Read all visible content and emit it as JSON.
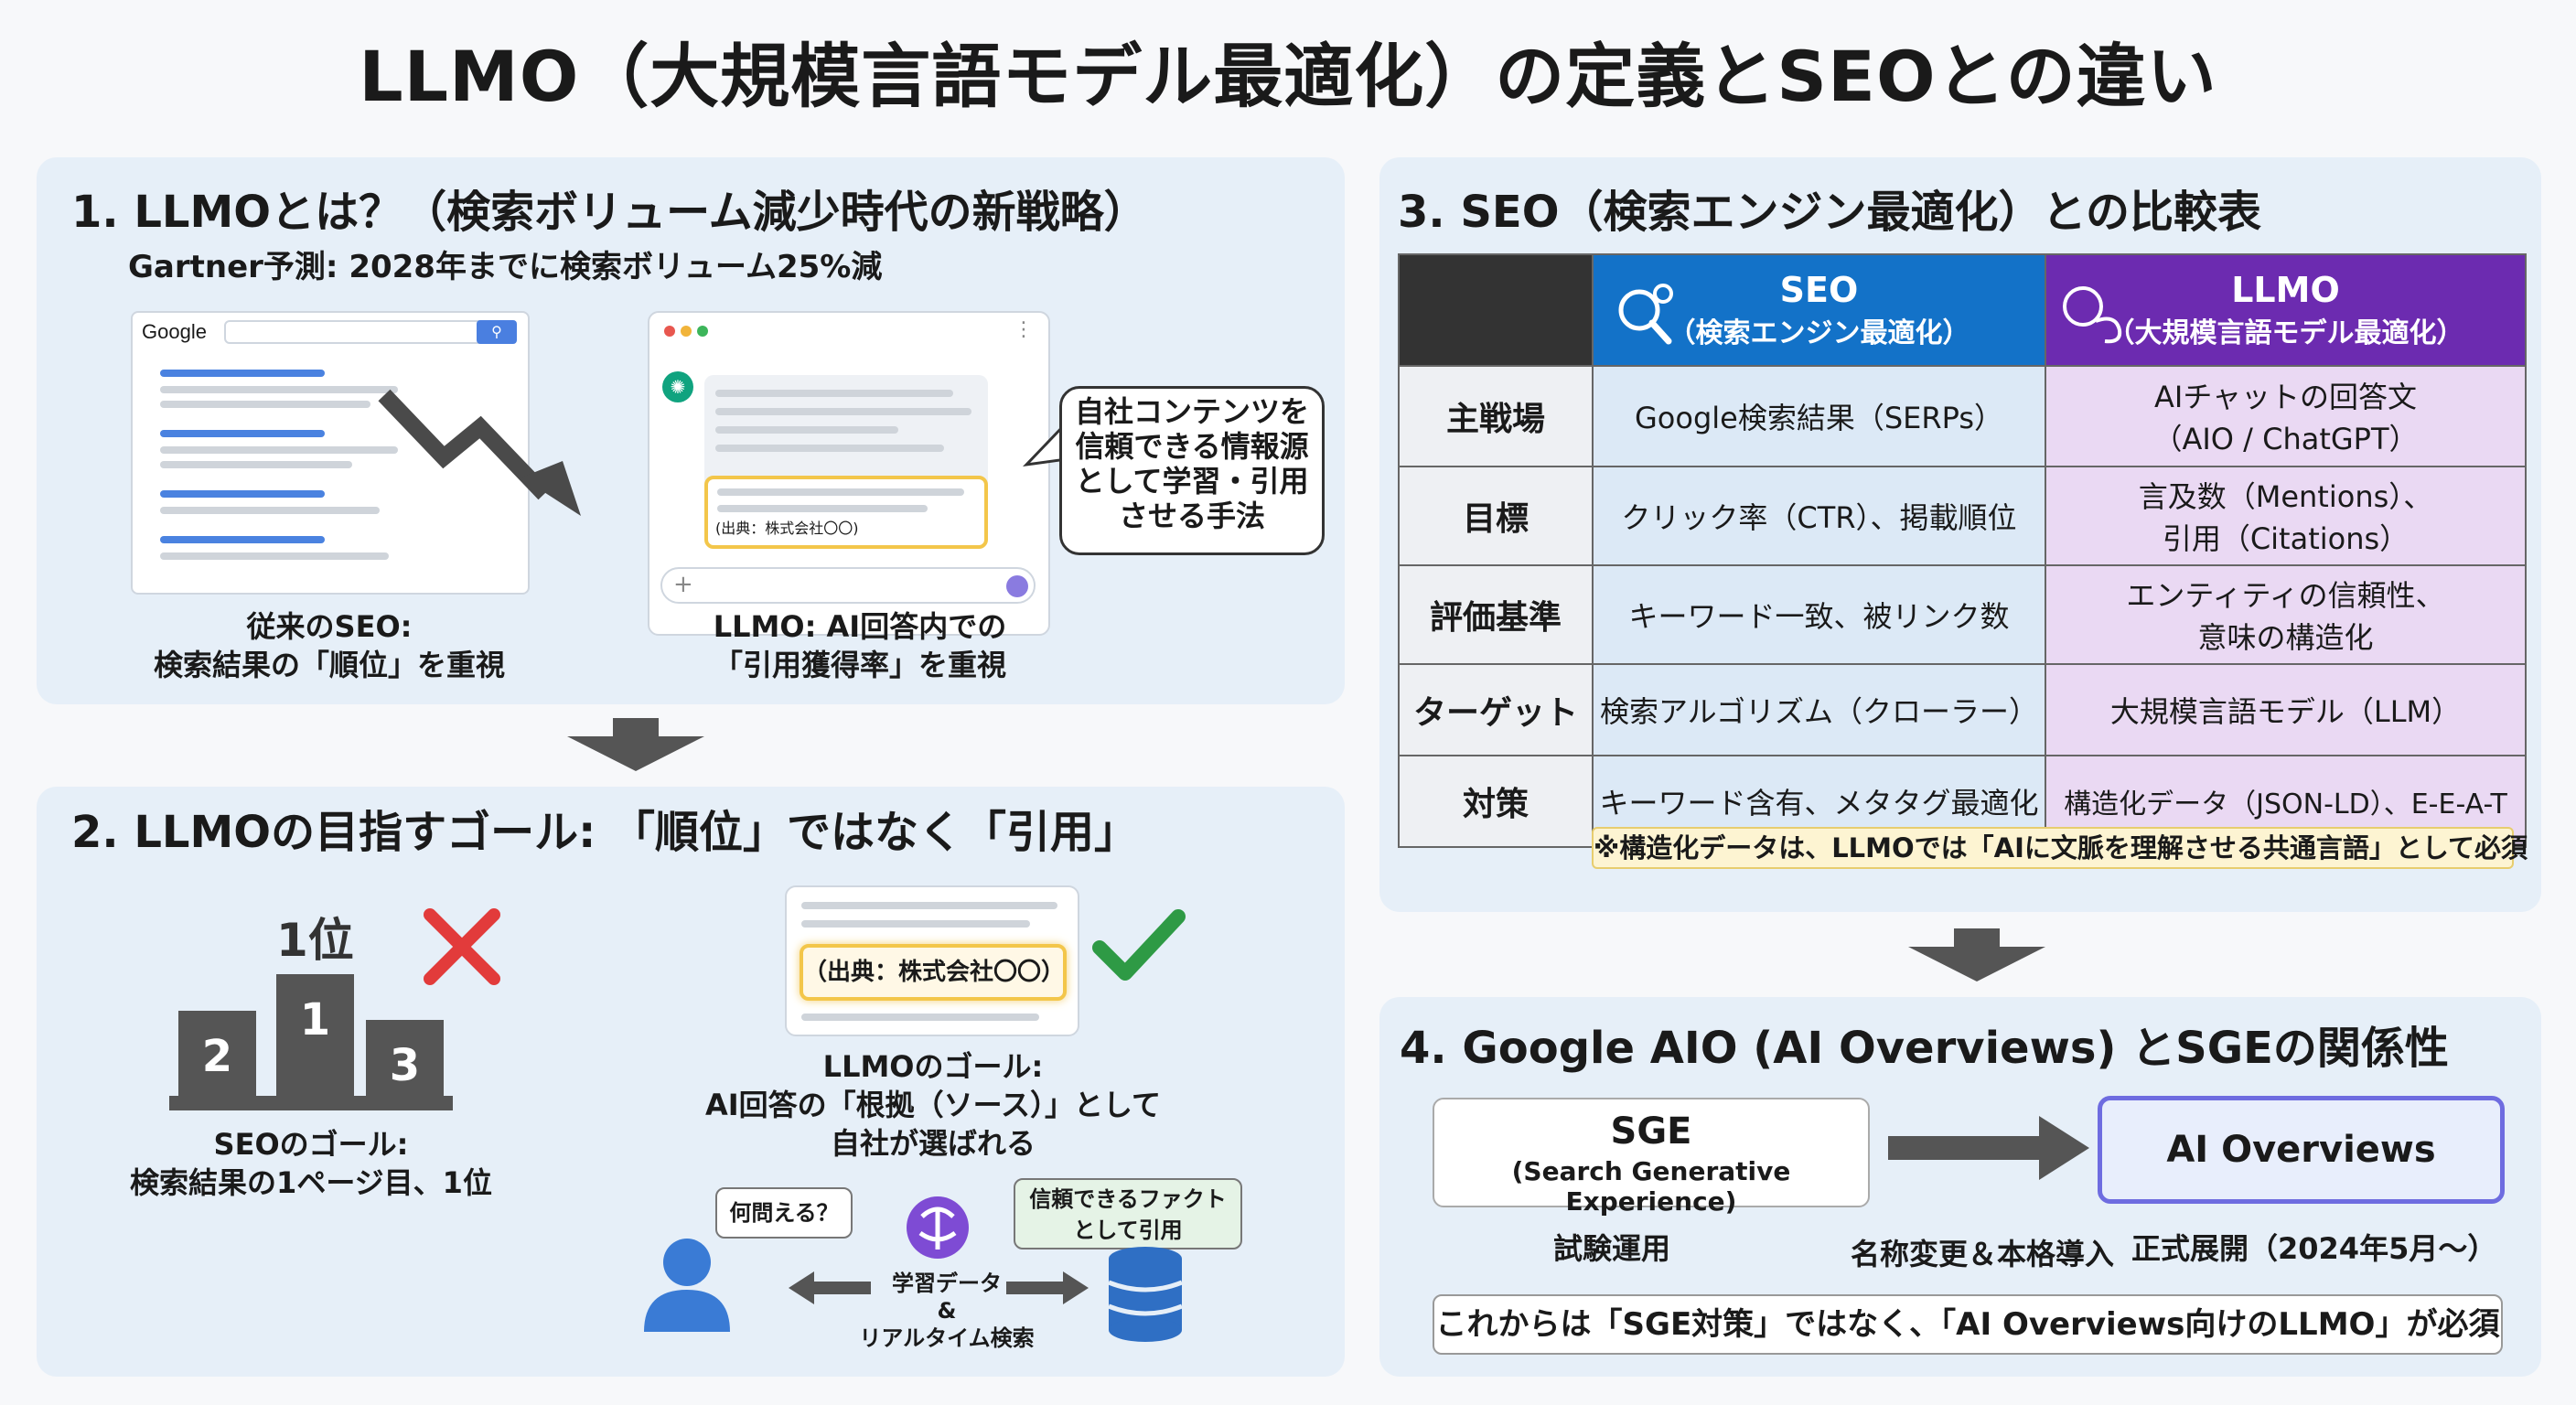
{
  "title": "LLMO（大規模言語モデル最適化）の定義とSEOとの違い",
  "section1": {
    "heading": "1.  LLMOとは？（検索ボリューム減少時代の新戦略）",
    "subheading": "Gartner予測: 2028年までに検索ボリューム25%減",
    "google_logo": "Google",
    "citation": "(出典：株式会社〇〇)",
    "bubble": [
      "自社コンテンツを",
      "信頼できる情報源",
      "として学習・引用",
      "させる手法"
    ],
    "caption_left": [
      "従来のSEO:",
      "検索結果の「順位」を重視"
    ],
    "caption_right": [
      "LLMO: AI回答内での",
      "「引用獲得率」を重視"
    ]
  },
  "section2": {
    "heading": "2. LLMOの目指すゴール: 「順位」ではなく「引用」",
    "rank_label": "1位",
    "podium": [
      "2",
      "1",
      "3"
    ],
    "citation": "（出典：株式会社〇〇）",
    "seo_goal": [
      "SEOのゴール:",
      "検索結果の1ページ目、1位"
    ],
    "llmo_goal": [
      "LLMOのゴール:",
      "AI回答の「根拠（ソース）」として",
      "自社が選ばれる"
    ],
    "question_bubble": "何問える？",
    "fact_bubble": [
      "信頼できるファクト",
      "として引用"
    ],
    "flow_label": [
      "学習データ",
      "&",
      "リアルタイム検索"
    ]
  },
  "section3": {
    "heading": "3.  SEO（検索エンジン最適化）との比較表",
    "col_seo": [
      "SEO",
      "（検索エンジン最適化）"
    ],
    "col_llmo": [
      "LLMO",
      "（大規模言語モデル最適化）"
    ],
    "rows": [
      {
        "label": "主戦場",
        "seo": [
          "Google検索結果（SERPs）"
        ],
        "llmo": [
          "AIチャットの回答文",
          "（AIO / ChatGPT）"
        ]
      },
      {
        "label": "目標",
        "seo": [
          "クリック率（CTR）、掲載順位"
        ],
        "llmo": [
          "言及数（Mentions）、",
          "引用（Citations）"
        ]
      },
      {
        "label": "評価基準",
        "seo": [
          "キーワード一致、被リンク数"
        ],
        "llmo": [
          "エンティティの信頼性、",
          "意味の構造化"
        ]
      },
      {
        "label": "ターゲット",
        "seo": [
          "検索アルゴリズム（クローラー）"
        ],
        "llmo": [
          "大規模言語モデル（LLM）"
        ]
      },
      {
        "label": "対策",
        "seo": [
          "キーワード含有、メタタグ最適化"
        ],
        "llmo": [
          "構造化データ（JSON-LD）、E-E-A-T"
        ]
      }
    ],
    "note": "※構造化データは、LLMOでは「AIに文脈を理解させる共通言語」として必須"
  },
  "section4": {
    "heading": "4. Google AIO (AI Overviews) とSGEの関係性",
    "sge_title": "SGE",
    "sge_sub": "(Search Generative Experience)",
    "aio_title": "AI Overviews",
    "sge_label": "試験運用",
    "arrow_label": "名称変更＆本格導入",
    "aio_label": "正式展開（2024年5月〜）",
    "summary": "これからは「SGE対策」ではなく、「AI Overviews向けのLLMO」が必須"
  },
  "colors": {
    "panel_bg": "#e6eff8",
    "seo_header": "#1372c8",
    "llmo_header": "#6c2bb0",
    "seo_cell": "#dce9f6",
    "llmo_cell": "#ead9f3",
    "highlight": "#f3c64a",
    "cross": "#e23b3b",
    "check": "#2e9a45"
  },
  "icons": [
    "down-trend-arrow-icon",
    "chatgpt-logo-icon",
    "cross-icon",
    "check-icon",
    "user-icon",
    "ai-brain-icon",
    "database-icon",
    "seo-gear-icon",
    "ai-chat-icon"
  ]
}
